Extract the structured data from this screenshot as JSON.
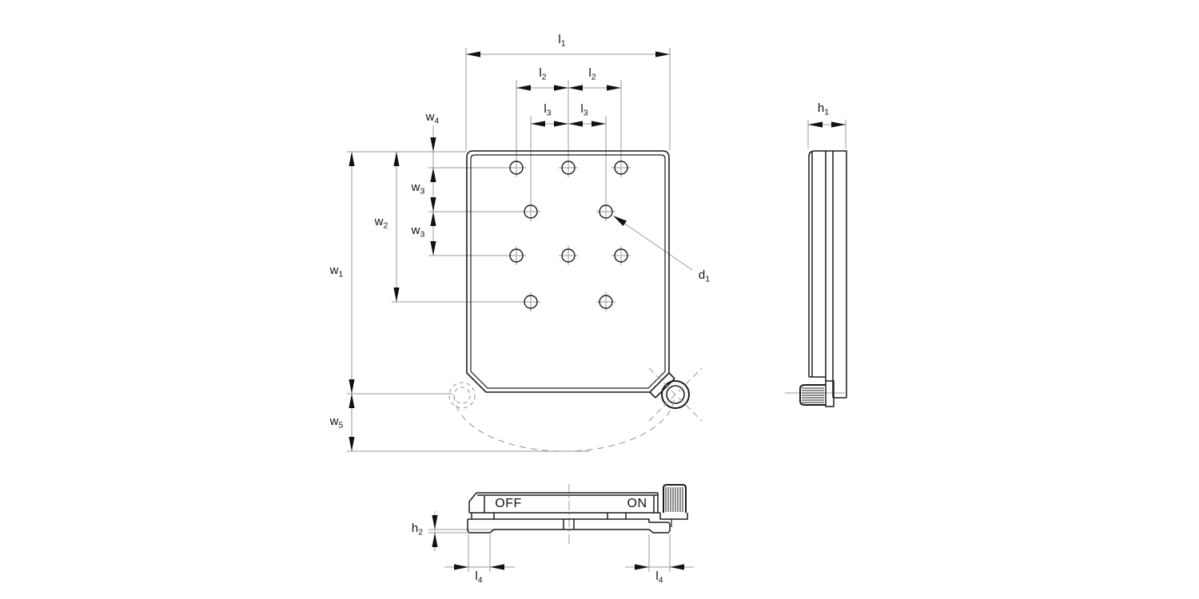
{
  "drawing": {
    "colors": {
      "object_line": "#1c1c1c",
      "thin_line": "#9a9a9a",
      "text": "#111111",
      "background": "#ffffff"
    },
    "dimension_labels": {
      "l1": {
        "base": "l",
        "sub": "1"
      },
      "l2_left": {
        "base": "l",
        "sub": "2"
      },
      "l2_right": {
        "base": "l",
        "sub": "2"
      },
      "l3_left": {
        "base": "l",
        "sub": "3"
      },
      "l3_right": {
        "base": "l",
        "sub": "3"
      },
      "l4_left": {
        "base": "l",
        "sub": "4"
      },
      "l4_right": {
        "base": "l",
        "sub": "4"
      },
      "w1": {
        "base": "w",
        "sub": "1"
      },
      "w2": {
        "base": "w",
        "sub": "2"
      },
      "w3_upper": {
        "base": "w",
        "sub": "3"
      },
      "w3_lower": {
        "base": "w",
        "sub": "3"
      },
      "w4": {
        "base": "w",
        "sub": "4"
      },
      "w5": {
        "base": "w",
        "sub": "5"
      },
      "h1": {
        "base": "h",
        "sub": "1"
      },
      "h2": {
        "base": "h",
        "sub": "2"
      },
      "d1": {
        "base": "d",
        "sub": "1"
      }
    },
    "switch_labels": {
      "off": "OFF",
      "on": "ON"
    }
  }
}
